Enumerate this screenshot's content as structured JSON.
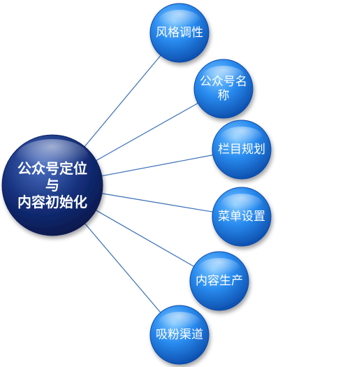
{
  "hub": {
    "lines": [
      "公众号定位",
      "与",
      "内容初始化"
    ]
  },
  "branches": [
    {
      "id": "style",
      "lines": [
        "风格调性"
      ]
    },
    {
      "id": "name",
      "lines": [
        "公众号名",
        "称"
      ]
    },
    {
      "id": "columns",
      "lines": [
        "栏目规划"
      ]
    },
    {
      "id": "menu",
      "lines": [
        "菜单设置"
      ]
    },
    {
      "id": "production",
      "lines": [
        "内容生产"
      ]
    },
    {
      "id": "followers",
      "lines": [
        "吸粉渠道"
      ]
    }
  ],
  "colors": {
    "hub_dark": "#0a1f5c",
    "hub_light": "#3a5fb0",
    "leaf_dark": "#0a4fb8",
    "leaf_light": "#5fb4ff",
    "connector": "#3a6fb8"
  }
}
